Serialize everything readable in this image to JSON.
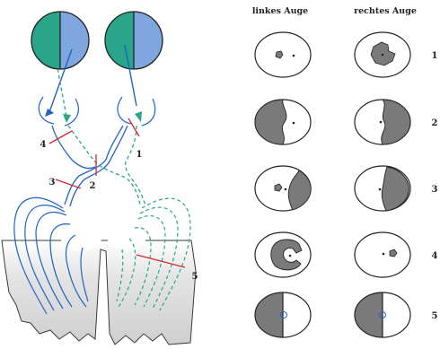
{
  "headers": {
    "left": "linkes Auge",
    "right": "rechtes Auge"
  },
  "lesion_labels": [
    "1",
    "2",
    "3",
    "4",
    "5"
  ],
  "row_labels": [
    "1",
    "2",
    "3",
    "4",
    "5"
  ],
  "colors": {
    "temporal_half": "#2aa58a",
    "nasal_half": "#7fa6de",
    "right_pathway": "#1f63c8",
    "left_pathway": "#2aa58a",
    "lesion_mark": "#d42a2a",
    "field_defect": "#7a7a7a",
    "brain": "#d6d6d6"
  },
  "visual_field_defects": [
    {
      "row": 1,
      "left": "small-scotoma",
      "right": "central-scotoma"
    },
    {
      "row": 2,
      "left": "temporal-hemianopia",
      "right": "temporal-hemianopia"
    },
    {
      "row": 3,
      "left": "right-hemianopia",
      "right": "right-hemianopia"
    },
    {
      "row": 4,
      "left": "central-scotoma",
      "right": "small-scotoma"
    },
    {
      "row": 5,
      "left": "left-hemianopia",
      "right": "left-hemianopia"
    }
  ]
}
